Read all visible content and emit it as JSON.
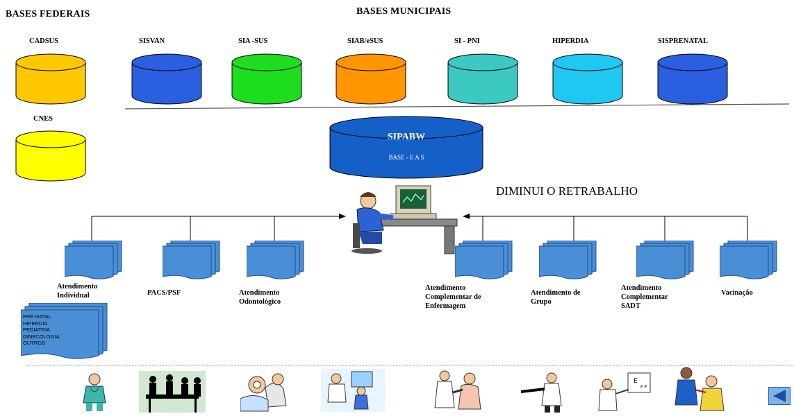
{
  "headers": {
    "federal": "BASES FEDERAIS",
    "municipal": "BASES MUNICIPAIS"
  },
  "federal_bases": [
    {
      "label": "CADSUS",
      "color": "#FFC800"
    },
    {
      "label": "CNES",
      "color": "#FFFF00"
    }
  ],
  "municipal_bases": [
    {
      "label": "SISVAN",
      "color": "#2A5FE0"
    },
    {
      "label": "SIA -SUS",
      "color": "#1EDC1E"
    },
    {
      "label": "SIAB/eSUS",
      "color": "#FF9500"
    },
    {
      "label": "SI - PNI",
      "color": "#3CC9C1"
    },
    {
      "label": "HIPERDIA",
      "color": "#1EC8F0"
    },
    {
      "label": "SISPRENATAL",
      "color": "#2A5FE0"
    }
  ],
  "central_db": {
    "title": "SIPABW",
    "subtitle": "BASE - E A S",
    "color": "#1560C8"
  },
  "slogan": "DIMINUI O RETRABALHO",
  "modules": [
    {
      "label": "Atendimento Individual"
    },
    {
      "label": "PACS/PSF"
    },
    {
      "label": "Atendimento Odontológico"
    },
    {
      "label": "Atendimento Complementar de Enfermagem"
    },
    {
      "label": "Atendimento de Grupo"
    },
    {
      "label": "Atendimento Complementar SADT"
    },
    {
      "label": "Vacinação"
    }
  ],
  "individual_subtypes": [
    "PRÉ-NATAL",
    "HIPERDIA",
    "PEDIATRIA",
    "GINECOLOGIA",
    "OUTROS"
  ],
  "icons": [
    "doctor-clipart-icon",
    "group-meeting-clipart-icon",
    "dentist-clipart-icon",
    "pediatric-consult-clipart-icon",
    "nurse-patient-clipart-icon",
    "doctor-thinking-clipart-icon",
    "eye-exam-clipart-icon",
    "vaccination-clipart-icon",
    "back-arrow-icon"
  ],
  "colors": {
    "doc_fill": "#4A8FD6",
    "doc_stroke": "#1F4E8C",
    "nav_button": "#7FB2E6"
  }
}
